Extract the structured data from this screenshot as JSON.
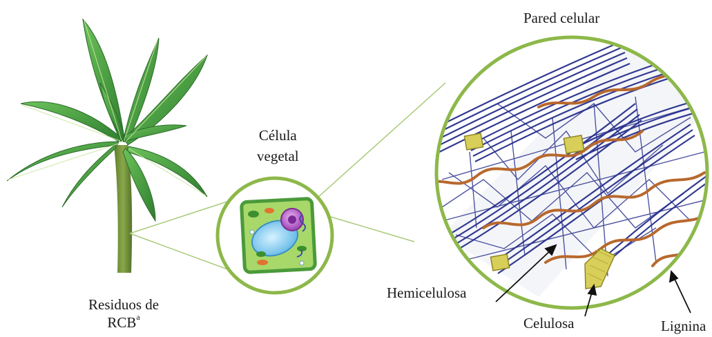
{
  "labels": {
    "pared_celular": "Pared celular",
    "celula_line1": "Célula",
    "celula_line2": "vegetal",
    "residuos_line1": "Residuos de",
    "residuos_line2": "RCB",
    "residuos_superscript": "a",
    "hemicelulosa": "Hemicelulosa",
    "celulosa": "Celulosa",
    "lignina": "Lignina"
  },
  "colors": {
    "circle_outline": "#8db84a",
    "zoom_lines": "#a9c97a",
    "hemicellulose_network": "#2e3590",
    "cellulose_fibril": "#d8cf5a",
    "lignin_strand": "#b8682d",
    "leaf_green": "#3f9a3a",
    "trunk": "#6f8f36"
  }
}
